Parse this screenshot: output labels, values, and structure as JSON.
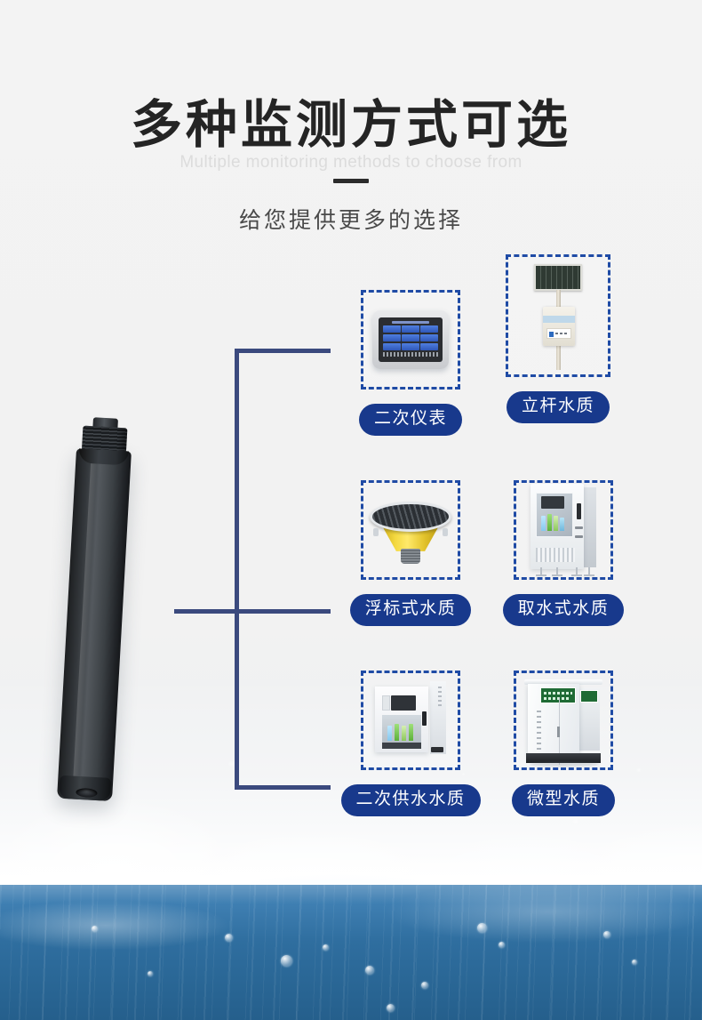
{
  "header": {
    "title": "多种监测方式可选",
    "subtitle_en": "Multiple monitoring methods to choose from",
    "subtitle_cn": "给您提供更多的选择"
  },
  "theme": {
    "pill_bg": "#18398c",
    "dash_border": "#1f4ba5",
    "bracket_line": "#3b4a7e",
    "title_color": "#242424",
    "subtitle_en_color": "#dcdcdc",
    "water_blue": "#2f6e9f",
    "page_bg": "#f2f2f2"
  },
  "product": {
    "name": "water-quality-sensor-probe",
    "color": "#2a2e32"
  },
  "options": [
    {
      "label": "二次仪表",
      "icon": "hmi-display-icon",
      "row": 1,
      "col": 1
    },
    {
      "label": "立杆水质",
      "icon": "solar-pole-station-icon",
      "row": 1,
      "col": 2
    },
    {
      "label": "浮标式水质",
      "icon": "monitoring-buoy-icon",
      "row": 2,
      "col": 1
    },
    {
      "label": "取水式水质",
      "icon": "intake-cabinet-icon",
      "row": 2,
      "col": 2
    },
    {
      "label": "二次供水水质",
      "icon": "wall-analyzer-icon",
      "row": 3,
      "col": 1
    },
    {
      "label": "微型水质",
      "icon": "outdoor-cabinet-icon",
      "row": 3,
      "col": 2
    }
  ]
}
